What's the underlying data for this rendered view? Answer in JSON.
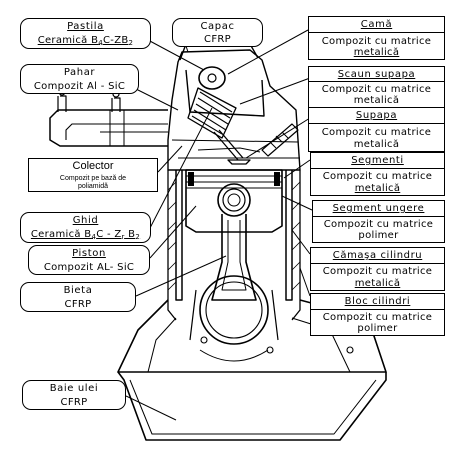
{
  "labels": {
    "pastila": {
      "title": "Pastila",
      "material_pre": "Ceramică B",
      "material_sub1": "4",
      "material_mid": "C-ZB",
      "material_sub2": "2"
    },
    "capac": {
      "title": "Capac",
      "material": "CFRP"
    },
    "cama": {
      "title": "Camă",
      "material_l1": "Compozit cu matrice",
      "material_l2": "metalică"
    },
    "pahar": {
      "title": "Pahar",
      "material": "Compozit Al - SiC"
    },
    "scaun_supapa": {
      "title": "Scaun supapa",
      "material_l1": "Compozit cu matrice",
      "material_l2": "metalică"
    },
    "supapa": {
      "title": "Supapa",
      "material_l1": "Compozit cu matrice",
      "material_l2": "metalică"
    },
    "colector": {
      "title": "Colector",
      "material_l1": "Compozit pe bază de",
      "material_l2": "poliamidă"
    },
    "segmenti": {
      "title": "Segmenti",
      "material_l1": "Compozit cu matrice",
      "material_l2": "metalică"
    },
    "segment_ungere": {
      "title": "Segment ungere",
      "material_l1": "Compozit cu matrice",
      "material_l2": "polimer"
    },
    "ghid": {
      "title": "Ghid",
      "material_pre": "Ceramică B",
      "material_sub1": "4",
      "material_mid": "C - Z",
      "material_sub2": "r",
      "material_mid2": " B",
      "material_sub3": "2"
    },
    "camasa_cilindru": {
      "title": "Cămaşa cilindru",
      "material_l1": "Compozit cu matrice",
      "material_l2": "metalică"
    },
    "piston": {
      "title": "Piston",
      "material": "Compozit AL- SiC"
    },
    "bloc_cilindri": {
      "title": "Bloc cilindri",
      "material_l1": "Compozit cu matrice",
      "material_l2": "polimer"
    },
    "bieta": {
      "title": "Bieta",
      "material": "CFRP"
    },
    "baie_ulei": {
      "title": "Baie ulei",
      "material": "CFRP"
    }
  }
}
